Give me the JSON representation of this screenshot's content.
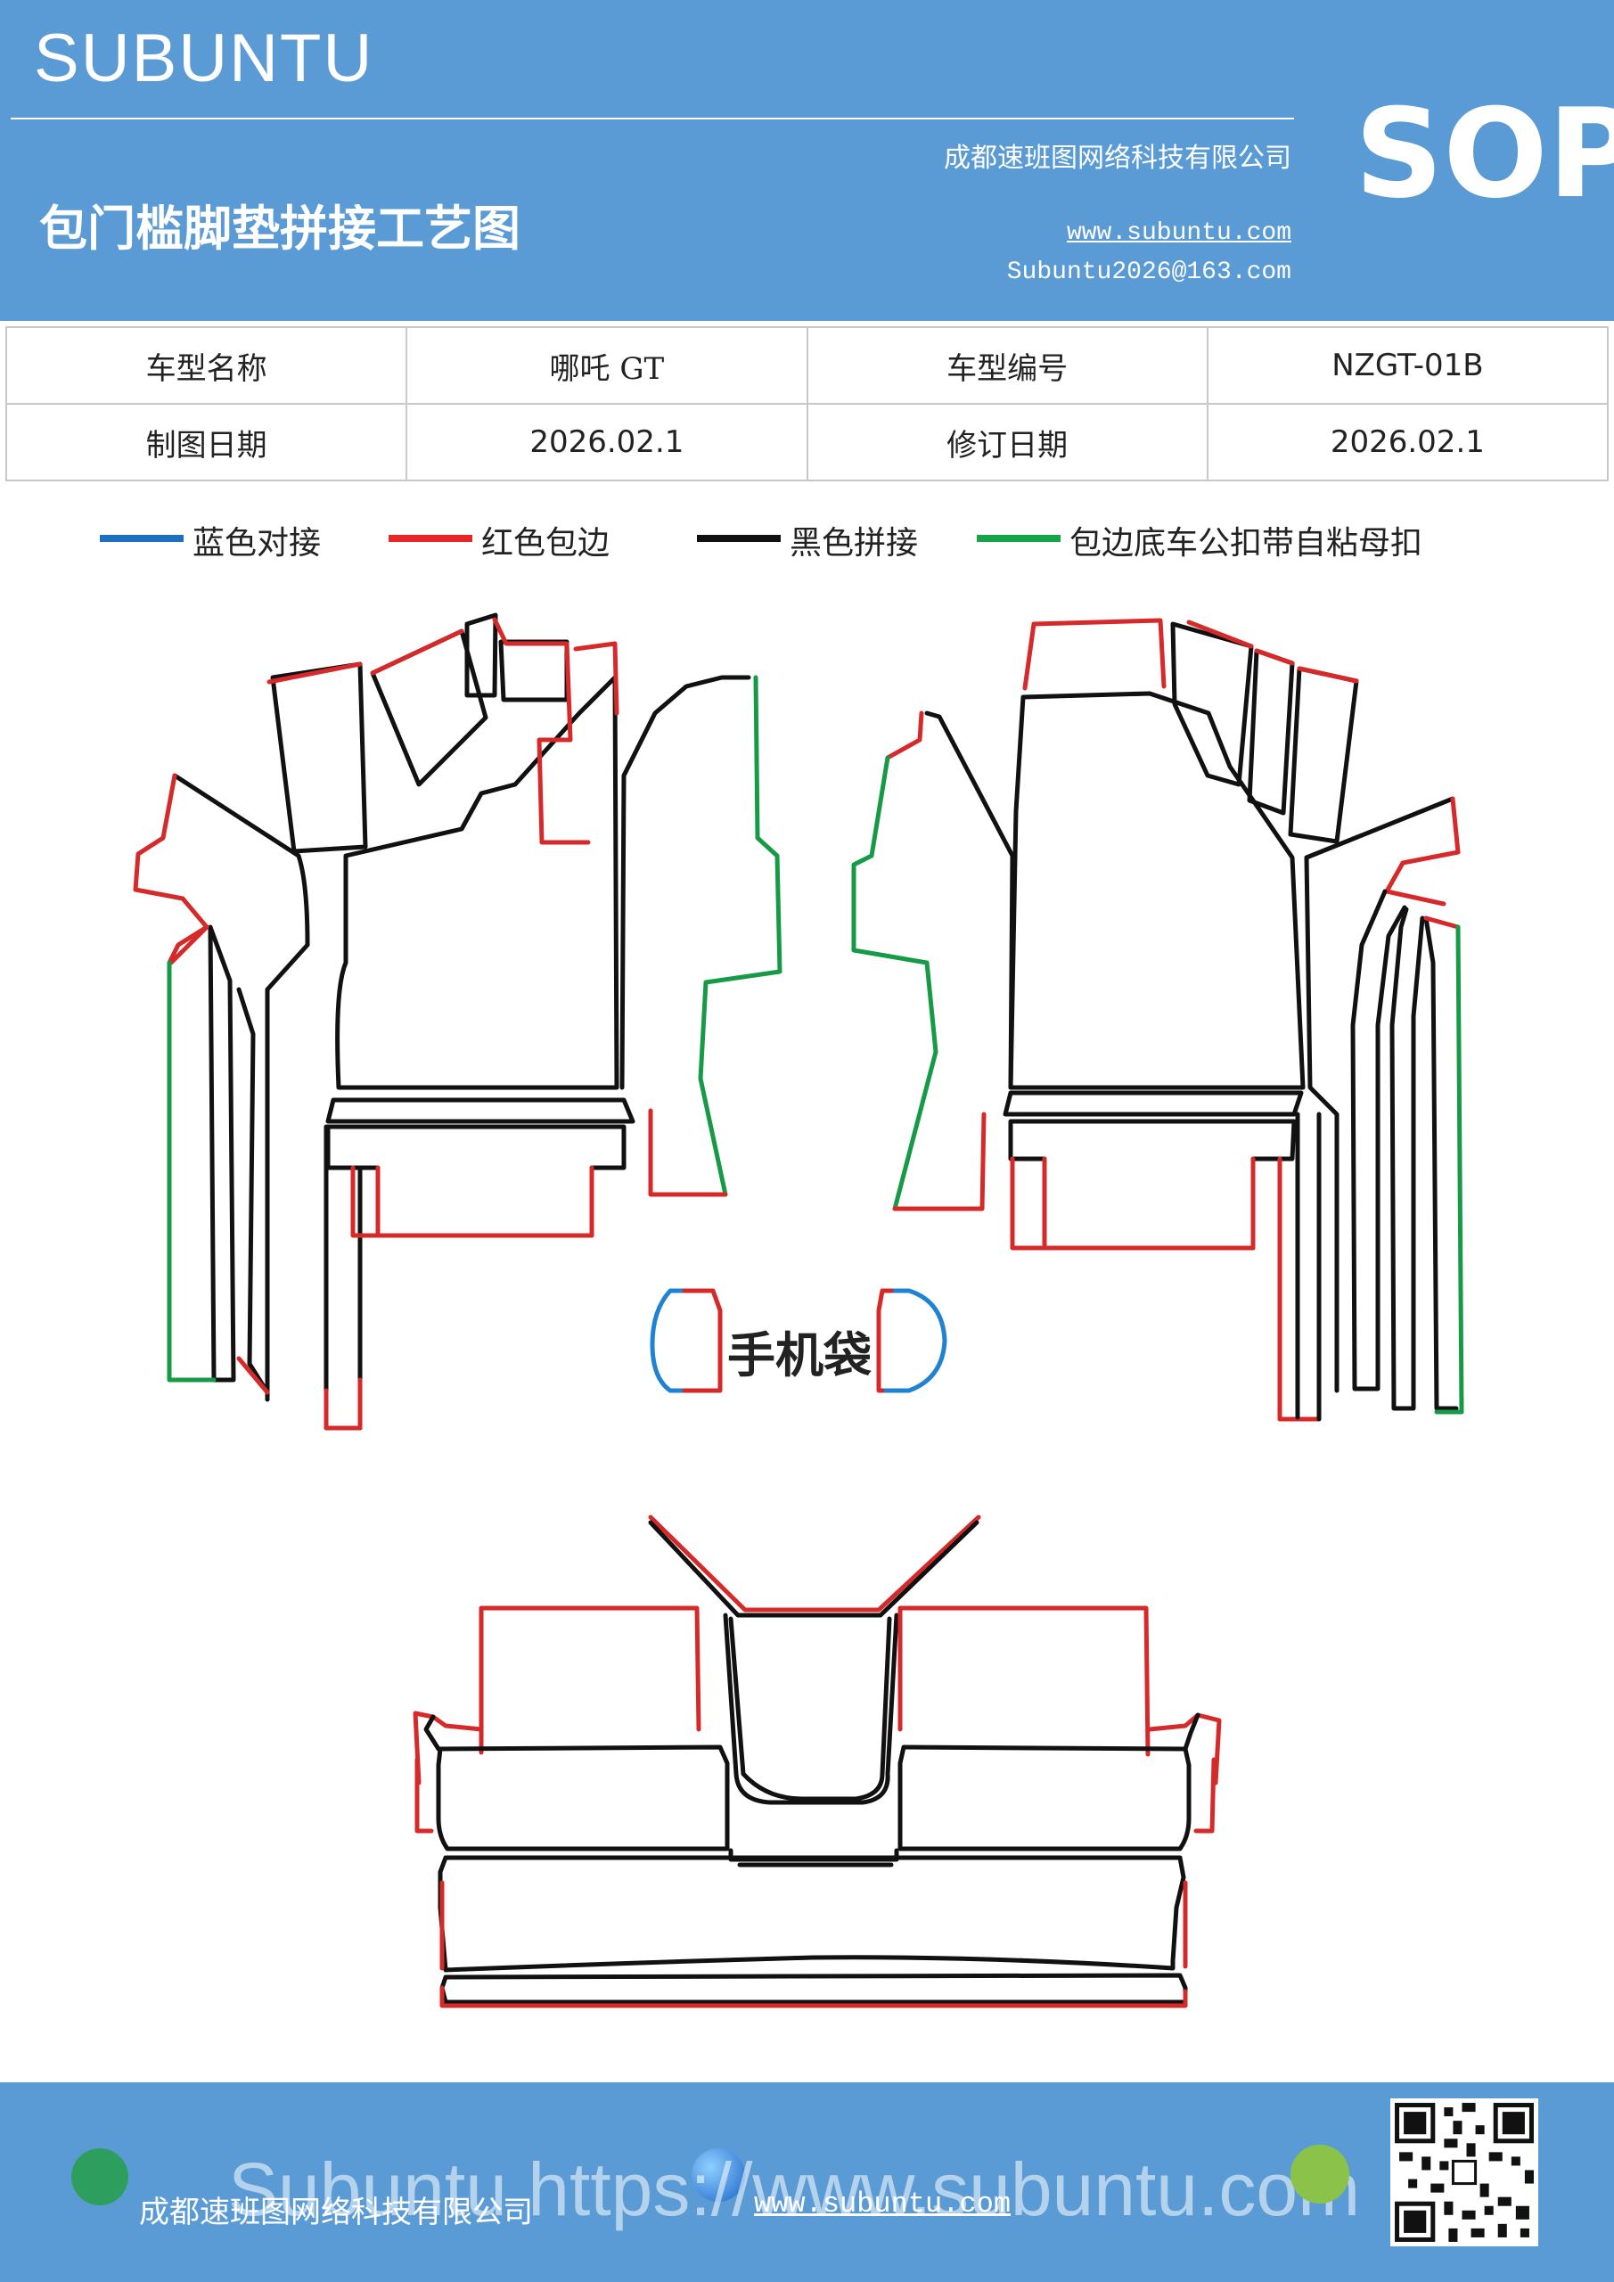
{
  "header": {
    "brand": "SUBUNTU",
    "title": "包门槛脚垫拼接工艺图",
    "company": "成都速班图网络科技有限公司",
    "website": "www.subuntu.com",
    "email": "Subuntu2026@163.com",
    "badge": "SOP"
  },
  "info": {
    "r1": [
      "车型名称",
      "哪吒 GT",
      "车型编号",
      "NZGT-01B"
    ],
    "r2": [
      "制图日期",
      "2026.02.1",
      "修订日期",
      "2026.02.1"
    ]
  },
  "legend": [
    {
      "label": "蓝色对接",
      "color": "#1f6fbf"
    },
    {
      "label": "红色包边",
      "color": "#e8262a"
    },
    {
      "label": "黑色拼接",
      "color": "#111111"
    },
    {
      "label": "包边底车公扣带自粘母扣",
      "color": "#16a34a"
    }
  ],
  "diagram": {
    "phone_bag_label": "手机袋",
    "colors": {
      "red": "#d62a2a",
      "black": "#111111",
      "green": "#179a46",
      "blue": "#1f82d2"
    }
  },
  "footer": {
    "company": "成都速班图网络科技有限公司",
    "url": "www.subuntu.com",
    "watermark": "Subuntu https://www.subuntu.com"
  }
}
